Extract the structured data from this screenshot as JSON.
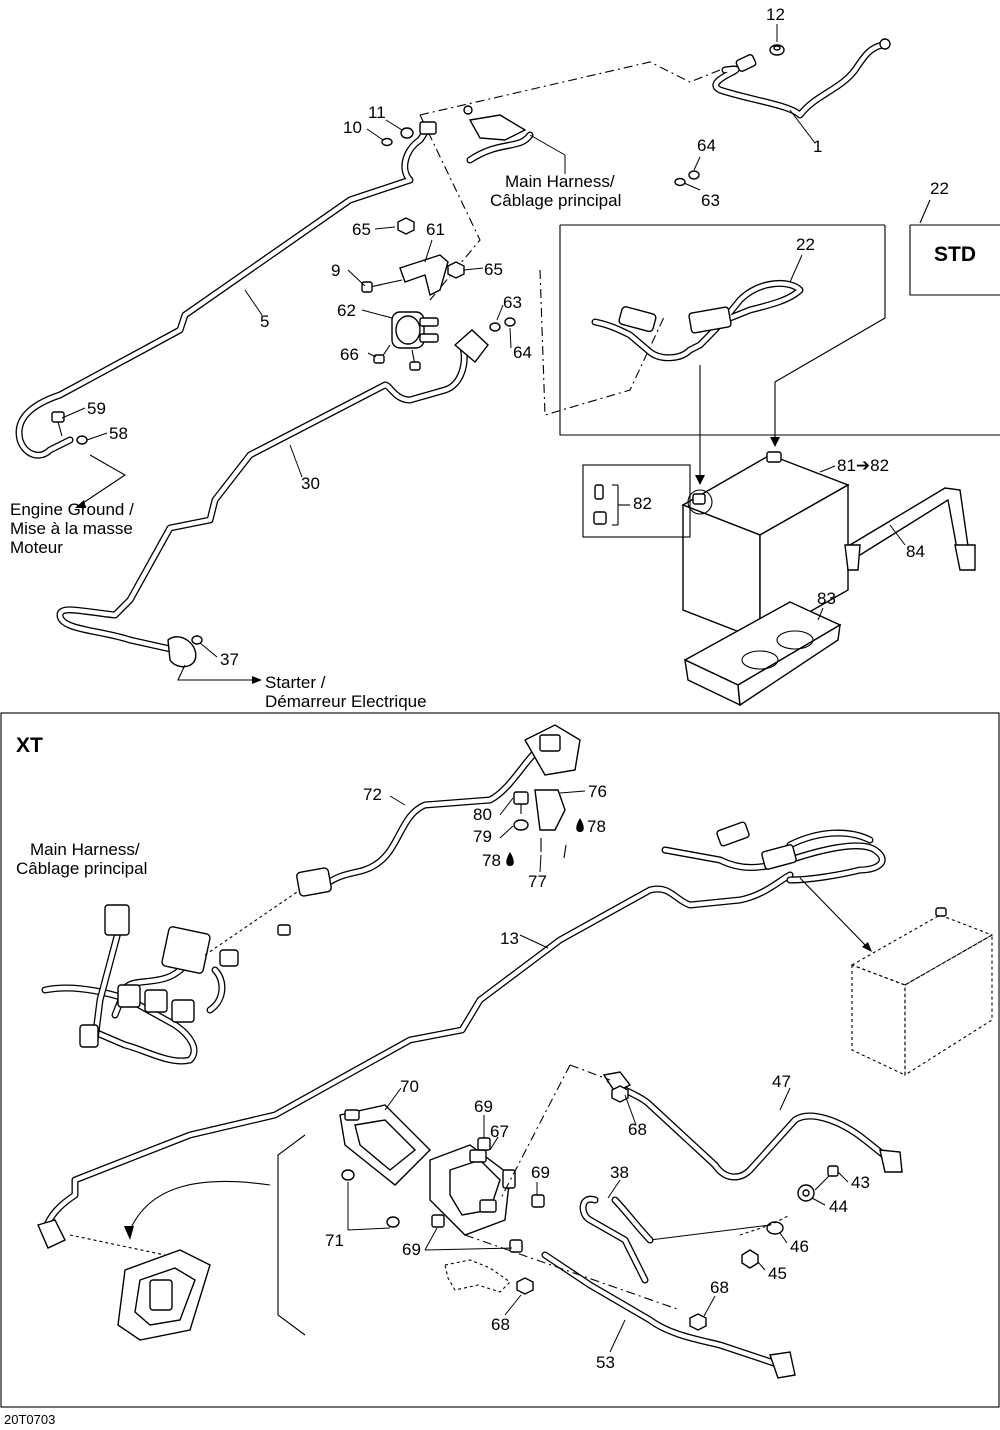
{
  "document_code": "20T0703",
  "sections": {
    "std": {
      "title": "STD"
    },
    "xt": {
      "title": "XT"
    }
  },
  "labels": {
    "main_harness_top": [
      "Main Harness/",
      "Câblage principal"
    ],
    "main_harness_xt": [
      "Main Harness/",
      "Câblage principal"
    ],
    "engine_ground": [
      "Engine Ground /",
      "Mise à la masse",
      "Moteur"
    ],
    "starter": [
      "Starter /",
      "Démarreur Electrique"
    ]
  },
  "callouts": {
    "c12": "12",
    "c1": "1",
    "c11": "11",
    "c10": "10",
    "c64a": "64",
    "c63a": "63",
    "c22a": "22",
    "c22b": "22",
    "c65a": "65",
    "c61": "61",
    "c9": "9",
    "c65b": "65",
    "c5": "5",
    "c62": "62",
    "c63b": "63",
    "c64b": "64",
    "c66": "66",
    "c59": "59",
    "c58": "58",
    "c30": "30",
    "c81": "81➔82",
    "c82": "82",
    "c84": "84",
    "c83": "83",
    "c37": "37",
    "c72": "72",
    "c80": "80",
    "c76": "76",
    "c79": "79",
    "c78a": "78",
    "c78b": "78",
    "c77": "77",
    "c13": "13",
    "c70": "70",
    "c69a": "69",
    "c67": "67",
    "c69b": "69",
    "c68a": "68",
    "c47": "47",
    "c38": "38",
    "c43": "43",
    "c44": "44",
    "c46": "46",
    "c45": "45",
    "c71": "71",
    "c69c": "69",
    "c68b": "68",
    "c68c": "68",
    "c53": "53"
  }
}
